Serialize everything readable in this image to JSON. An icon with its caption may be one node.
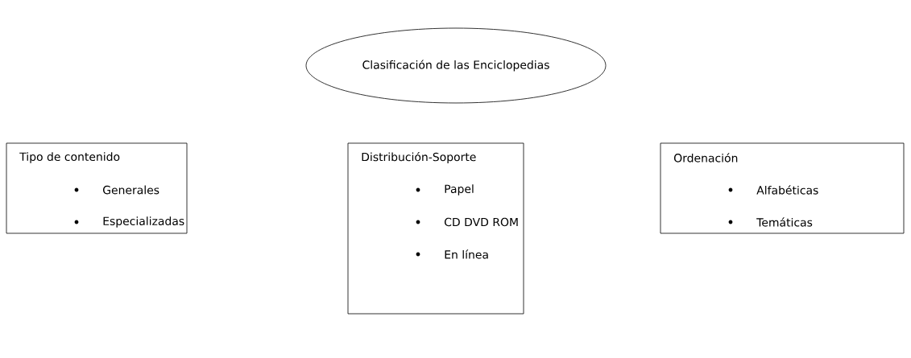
{
  "diagram": {
    "nodes": [
      {
        "text": [
          "Clasificación de las Enciclopedias"
        ]
      },
      {
        "text": [
          "Tipo de contenido",
          "Generales",
          "Especializadas"
        ]
      },
      {
        "text": [
          "Distribución-Soporte",
          "Papel",
          "CD DVD ROM",
          "En línea"
        ]
      },
      {
        "text": [
          "Ordenación",
          "Alfabéticas",
          "Temáticas"
        ]
      }
    ]
  }
}
